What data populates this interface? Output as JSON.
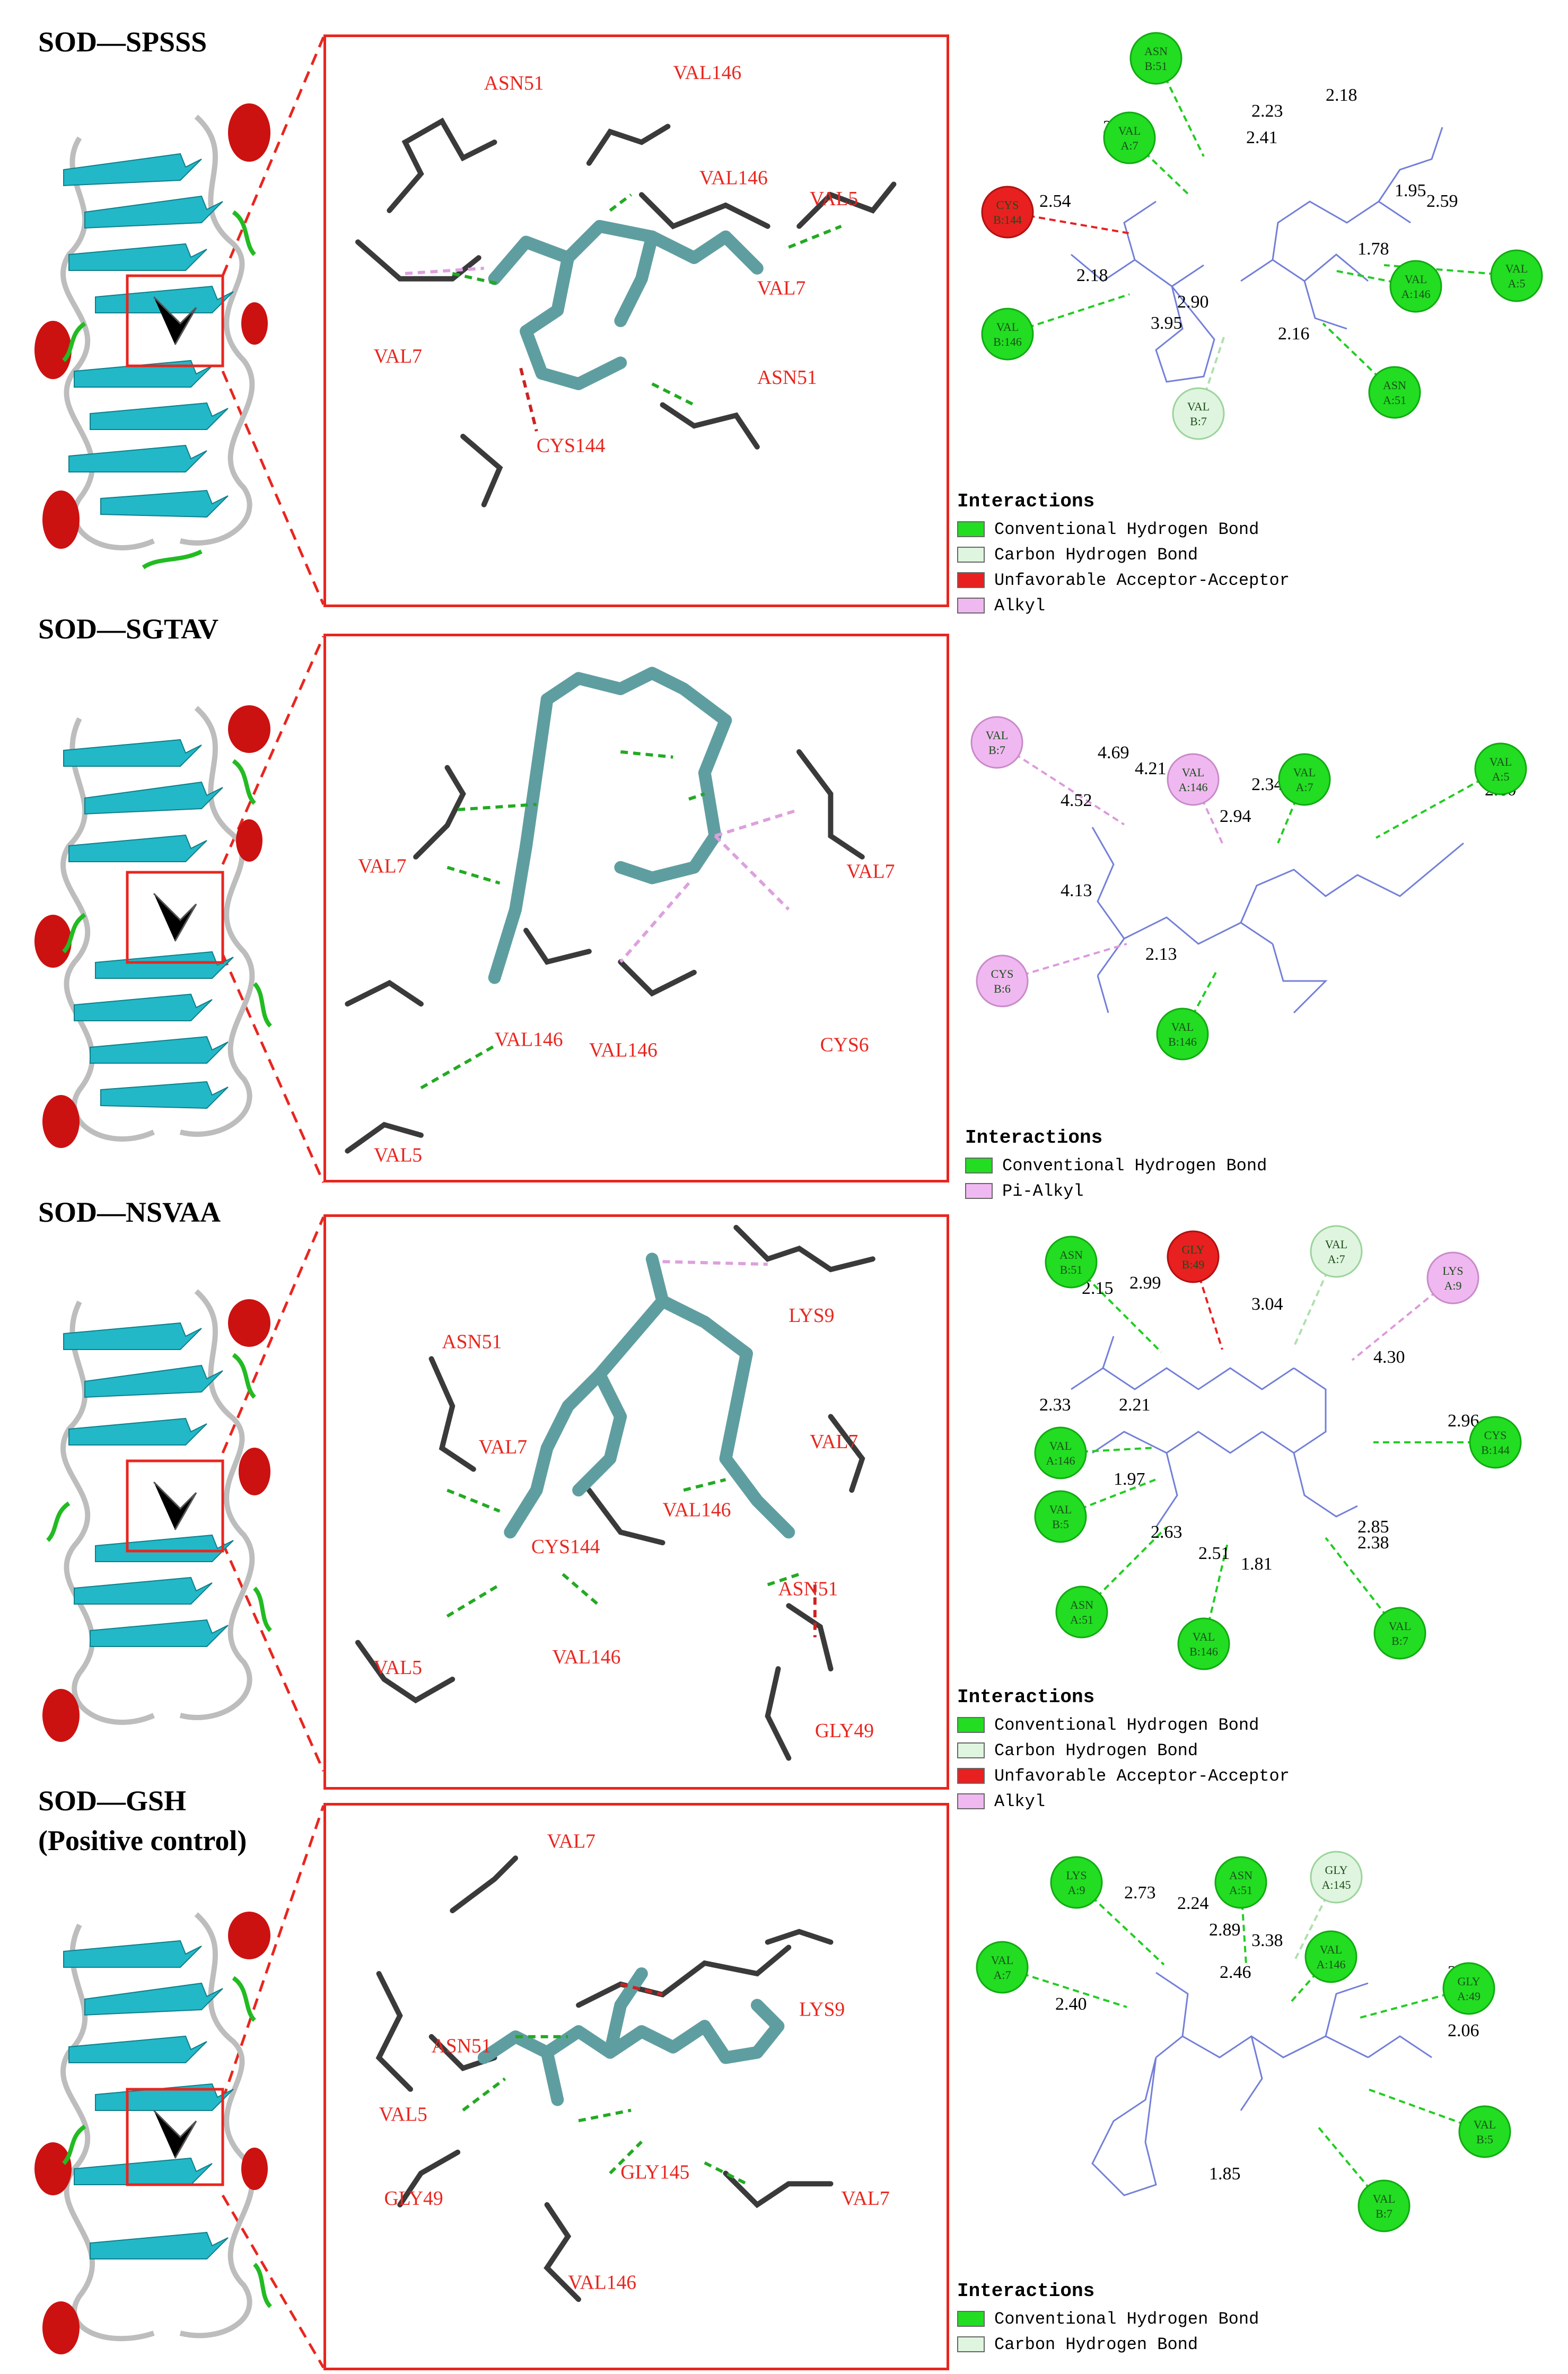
{
  "colors": {
    "red_border": "#e8261f",
    "conventional_hb": "#22dd22",
    "carbon_hb": "#dff5df",
    "unfavorable": "#e82020",
    "alkyl": "#f0b8f0",
    "pi_alkyl": "#f0b8f0",
    "ligand_teal": "#5f9ea0",
    "helix": "#cc1111",
    "strand": "#22b8c8",
    "loop_grey": "#b8b8b8",
    "loop_green": "#22bb22"
  },
  "panels": [
    {
      "title": "SOD—SPSSS",
      "zoom_residues": [
        "ASN51",
        "VAL146",
        "VAL5",
        "VAL146",
        "VAL7",
        "VAL7",
        "ASN51",
        "CYS144"
      ],
      "nodes": [
        {
          "label": "ASN\nB:51",
          "type": "hb"
        },
        {
          "label": "VAL\nA:7",
          "type": "hb"
        },
        {
          "label": "CYS\nB:144",
          "type": "unf"
        },
        {
          "label": "VAL\nA:146",
          "type": "hb"
        },
        {
          "label": "VAL\nA:5",
          "type": "hb"
        },
        {
          "label": "VAL\nB:146",
          "type": "hb"
        },
        {
          "label": "VAL\nB:7",
          "type": "chb"
        },
        {
          "label": "ASN\nA:51",
          "type": "hb"
        }
      ],
      "distances": [
        "2.18",
        "2.07",
        "2.23",
        "2.41",
        "2.54",
        "1.95",
        "2.59",
        "1.78",
        "2.18",
        "2.90",
        "3.95",
        "2.16"
      ],
      "legend": {
        "title": "Interactions",
        "items": [
          {
            "label": "Conventional Hydrogen Bond",
            "color": "#22dd22"
          },
          {
            "label": "Carbon Hydrogen Bond",
            "color": "#dff5df"
          },
          {
            "label": "Unfavorable Acceptor-Acceptor",
            "color": "#e82020"
          },
          {
            "label": "Alkyl",
            "color": "#f0b8f0"
          }
        ]
      }
    },
    {
      "title": "SOD—SGTAV",
      "zoom_residues": [
        "VAL7",
        "VAL7",
        "VAL146",
        "VAL146",
        "CYS6",
        "VAL5"
      ],
      "nodes": [
        {
          "label": "VAL\nB:7",
          "type": "alk"
        },
        {
          "label": "VAL\nA:146",
          "type": "alk"
        },
        {
          "label": "VAL\nA:7",
          "type": "hb"
        },
        {
          "label": "VAL\nA:5",
          "type": "hb"
        },
        {
          "label": "CYS\nB:6",
          "type": "alk"
        },
        {
          "label": "VAL\nB:146",
          "type": "hb"
        }
      ],
      "distances": [
        "4.69",
        "4.21",
        "4.52",
        "2.34",
        "2.60",
        "2.94",
        "4.13",
        "2.13"
      ],
      "legend": {
        "title": "Interactions",
        "items": [
          {
            "label": "Conventional Hydrogen Bond",
            "color": "#22dd22"
          },
          {
            "label": "Pi-Alkyl",
            "color": "#f0b8f0"
          }
        ]
      }
    },
    {
      "title": "SOD—NSVAA",
      "zoom_residues": [
        "LYS9",
        "ASN51",
        "VAL7",
        "VAL7",
        "VAL146",
        "CYS144",
        "ASN51",
        "VAL146",
        "VAL5",
        "GLY49"
      ],
      "nodes": [
        {
          "label": "ASN\nB:51",
          "type": "hb"
        },
        {
          "label": "GLY\nB:49",
          "type": "unf"
        },
        {
          "label": "VAL\nA:7",
          "type": "chb"
        },
        {
          "label": "LYS\nA:9",
          "type": "alk"
        },
        {
          "label": "VAL\nA:146",
          "type": "hb"
        },
        {
          "label": "CYS\nB:144",
          "type": "hb"
        },
        {
          "label": "VAL\nB:5",
          "type": "hb"
        },
        {
          "label": "ASN\nA:51",
          "type": "hb"
        },
        {
          "label": "VAL\nB:146",
          "type": "hb"
        },
        {
          "label": "VAL\nB:7",
          "type": "hb"
        }
      ],
      "distances": [
        "2.15",
        "2.99",
        "3.04",
        "4.30",
        "2.33",
        "2.21",
        "2.96",
        "1.97",
        "2.63",
        "2.51",
        "1.81",
        "2.85",
        "2.38"
      ],
      "legend": {
        "title": "Interactions",
        "items": [
          {
            "label": "Conventional Hydrogen Bond",
            "color": "#22dd22"
          },
          {
            "label": "Carbon Hydrogen Bond",
            "color": "#dff5df"
          },
          {
            "label": "Unfavorable Acceptor-Acceptor",
            "color": "#e82020"
          },
          {
            "label": "Alkyl",
            "color": "#f0b8f0"
          }
        ]
      }
    },
    {
      "title": "SOD—GSH",
      "subtitle": "(Positive control)",
      "zoom_residues": [
        "VAL7",
        "ASN51",
        "LYS9",
        "VAL5",
        "GLY145",
        "GLY49",
        "VAL7",
        "VAL146"
      ],
      "nodes": [
        {
          "label": "LYS\nA:9",
          "type": "hb"
        },
        {
          "label": "ASN\nA:51",
          "type": "hb"
        },
        {
          "label": "GLY\nA:145",
          "type": "chb"
        },
        {
          "label": "VAL\nA:7",
          "type": "hb"
        },
        {
          "label": "VAL\nA:146",
          "type": "hb"
        },
        {
          "label": "GLY\nA:49",
          "type": "hb"
        },
        {
          "label": "VAL\nB:7",
          "type": "hb"
        },
        {
          "label": "VAL\nB:5",
          "type": "hb"
        }
      ],
      "distances": [
        "2.73",
        "2.24",
        "2.89",
        "3.38",
        "2.46",
        "2.40",
        "2.01",
        "2.06",
        "1.85"
      ],
      "legend": {
        "title": "Interactions",
        "items": [
          {
            "label": "Conventional Hydrogen Bond",
            "color": "#22dd22"
          },
          {
            "label": "Carbon Hydrogen Bond",
            "color": "#dff5df"
          }
        ]
      }
    }
  ]
}
